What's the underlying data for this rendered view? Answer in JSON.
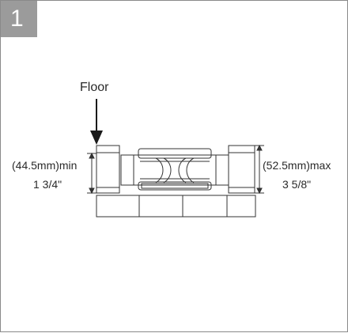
{
  "step": {
    "number": "1"
  },
  "labels": {
    "floor": "Floor",
    "min_mm": "(44.5mm)min",
    "min_in": "1 3/4\"",
    "max_mm": "(52.5mm)max",
    "max_in": "3 5/8\""
  }
}
